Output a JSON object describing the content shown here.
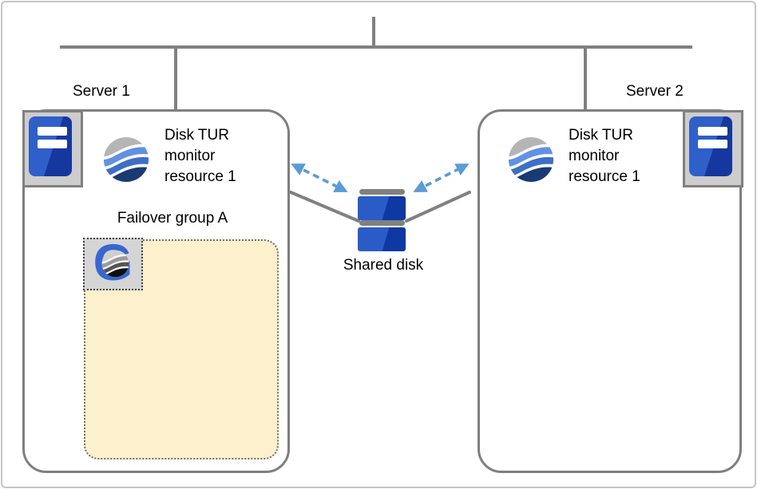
{
  "server1": {
    "label": "Server 1",
    "monitor_text": "Disk TUR monitor resource 1",
    "failover_group": {
      "label": "Failover group A",
      "icon_letter": "G"
    }
  },
  "server2": {
    "label": "Server 2",
    "monitor_text": "Disk TUR monitor resource 1"
  },
  "shared_disk": {
    "label": "Shared disk"
  },
  "icons": {
    "server1_icon": "server-tower-icon",
    "server2_icon": "server-tower-icon",
    "server1_monitor_icon": "wave-globe-icon",
    "server2_monitor_icon": "wave-globe-icon",
    "failover_group_icon": "g-sphere-icon",
    "shared_disk_icon": "stacked-disk-icon",
    "disk_links": "dashed-double-arrow-icon"
  },
  "colors": {
    "connector_gray": "#808080",
    "arrow_blue": "#5B9BD5",
    "box_border": "#7F7F7F",
    "group_fill": "#FDF0CC",
    "group_letter_blue": "#3767CF",
    "server_blue": "#2F5FC8",
    "server_blue_dark": "#16379E",
    "disk_blue": "#2A5CC8",
    "disk_blue_dark": "#0E38A2",
    "wave_gray": "#B5B5B5",
    "wave_light_blue": "#6191E3",
    "wave_mid_blue": "#3E6EC6",
    "wave_navy": "#1A3A74",
    "sphere_light": "#CFCFCF",
    "sphere_mid": "#9A9A9A",
    "sphere_dark": "#555555",
    "sphere_black": "#101010"
  }
}
